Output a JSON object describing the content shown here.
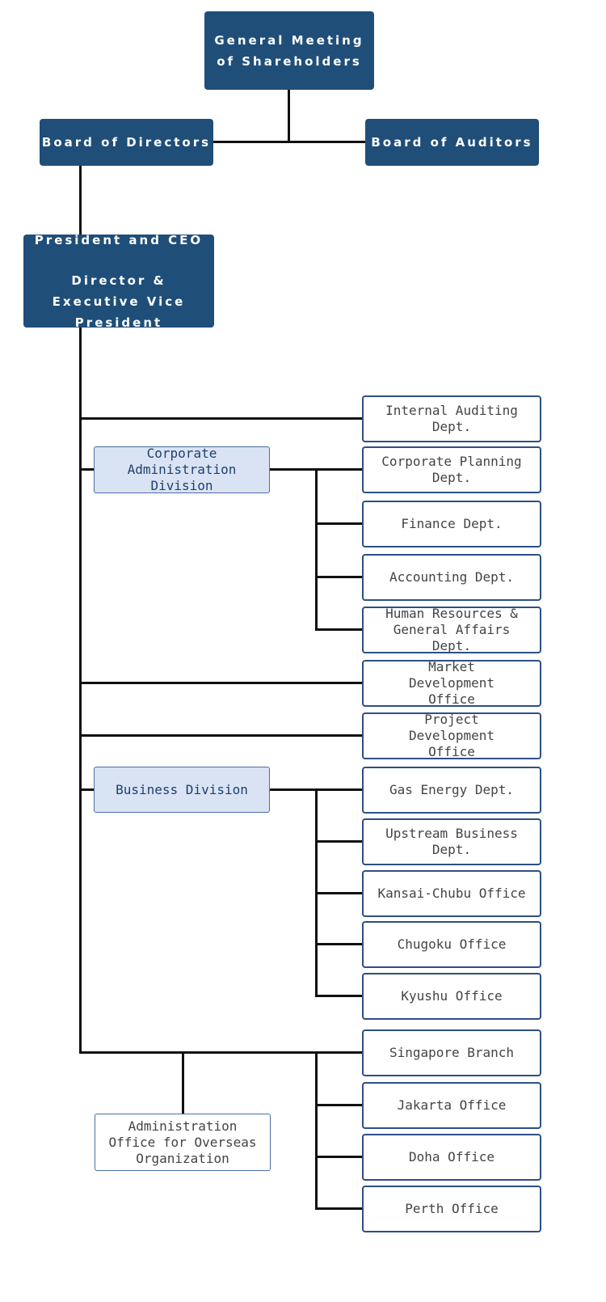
{
  "colors": {
    "executive_fill": "#1f4e79",
    "division_fill": "#d9e3f4",
    "department_border": "#2d4f87",
    "connector": "#111111"
  },
  "executive": {
    "general_meeting": "General Meeting of Shareholders",
    "board_directors": "Board of Directors",
    "board_auditors": "Board of Auditors",
    "president_line1": "President and CEO",
    "president_line2": "Director & Executive Vice President"
  },
  "divisions": {
    "corporate_admin": "Corporate Administration Division",
    "business": "Business Division",
    "admin_overseas": "Administration Office for Overseas Organization"
  },
  "departments": {
    "internal_auditing": "Internal Auditing Dept.",
    "corporate_planning": "Corporate Planning Dept.",
    "finance": "Finance Dept.",
    "accounting": "Accounting Dept.",
    "hr_general_affairs": "Human Resources & General Affairs Dept.",
    "market_development": "Market Development Office",
    "project_development": "Project Development Office",
    "gas_energy": "Gas Energy Dept.",
    "upstream_business": "Upstream Business Dept.",
    "kansai_chubu": "Kansai-Chubu Office",
    "chugoku": "Chugoku Office",
    "kyushu": "Kyushu Office",
    "singapore": "Singapore Branch",
    "jakarta": "Jakarta Office",
    "doha": "Doha Office",
    "perth": "Perth Office"
  }
}
